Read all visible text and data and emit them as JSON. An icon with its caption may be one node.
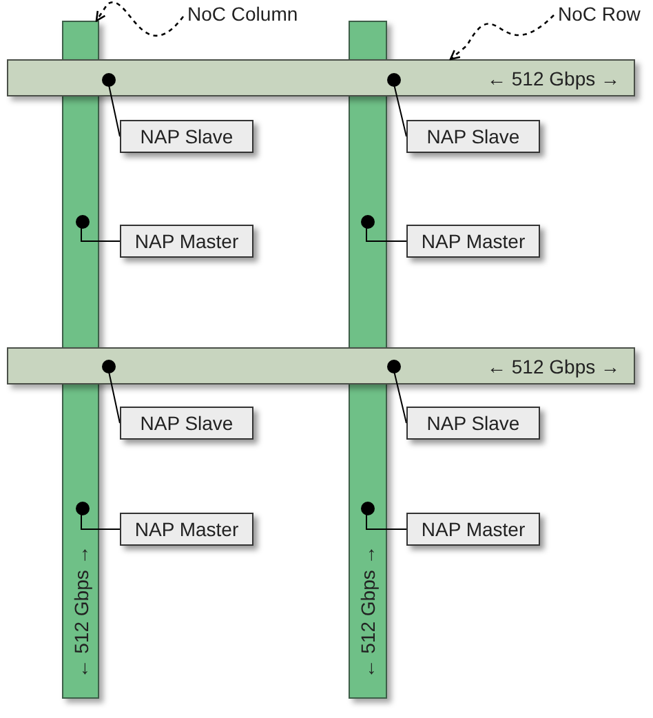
{
  "diagram": {
    "nodes": [
      {
        "text": [
          "NoC Column"
        ]
      },
      {
        "text": [
          "NoC Row"
        ]
      },
      {
        "text": [
          "← 512 Gbps →"
        ]
      },
      {
        "text": [
          "← 512 Gbps →"
        ]
      },
      {
        "text": [
          "← 512 Gbps →"
        ]
      },
      {
        "text": [
          "← 512 Gbps →"
        ]
      },
      {
        "text": [],
        "shape": "circle",
        "in": 4
      },
      {
        "text": [],
        "shape": "circle",
        "in": 4
      },
      {
        "text": [],
        "shape": "circle",
        "in": 2
      },
      {
        "text": [],
        "shape": "circle",
        "in": 3
      },
      {
        "text": [],
        "shape": "circle",
        "in": 5
      },
      {
        "text": [],
        "shape": "circle",
        "in": 5
      },
      {
        "text": [],
        "shape": "circle",
        "in": 2
      },
      {
        "text": [],
        "shape": "circle",
        "in": 3
      },
      {
        "text": [
          "NAP Slave"
        ]
      },
      {
        "text": [
          "NAP Slave"
        ]
      },
      {
        "text": [
          "NAP Master"
        ]
      },
      {
        "text": [
          "NAP Master"
        ]
      },
      {
        "text": [
          "NAP Slave"
        ]
      },
      {
        "text": [
          "NAP Slave"
        ]
      },
      {
        "text": [
          "NAP Master"
        ]
      },
      {
        "text": [
          "NAP Master"
        ]
      }
    ],
    "edges": [
      {
        "from": 14,
        "to": 6,
        "arrow": "none"
      },
      {
        "from": 15,
        "to": 7,
        "arrow": "none"
      },
      {
        "from": 16,
        "to": 8,
        "arrow": "none"
      },
      {
        "from": 17,
        "to": 9,
        "arrow": "none"
      },
      {
        "from": 18,
        "to": 10,
        "arrow": "none"
      },
      {
        "from": 19,
        "to": 11,
        "arrow": "none"
      },
      {
        "from": 20,
        "to": 12,
        "arrow": "none"
      },
      {
        "from": 21,
        "to": 13,
        "arrow": "none"
      },
      {
        "from": 0,
        "to": 2,
        "arrow": "to",
        "style": "dashed"
      },
      {
        "from": 1,
        "to": 4,
        "arrow": "to",
        "style": "dashed"
      }
    ]
  }
}
